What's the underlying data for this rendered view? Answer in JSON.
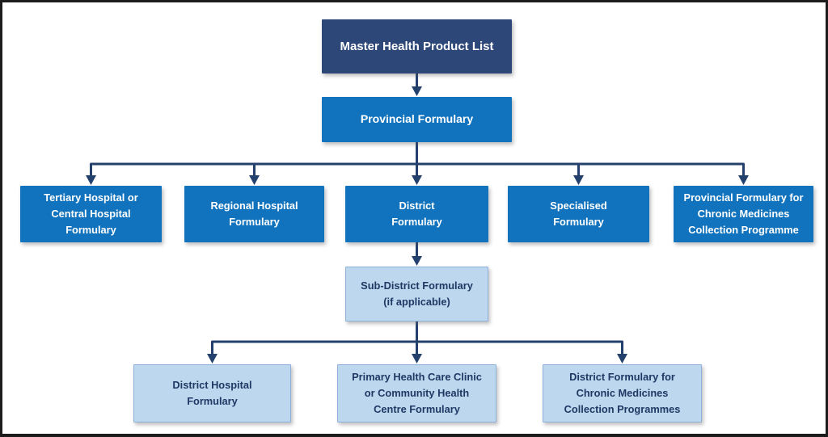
{
  "diagram": {
    "type": "flowchart",
    "title": "Health product list / formulary hierarchy",
    "nodes": {
      "master": {
        "label": "Master Health Product List",
        "level": 1,
        "style": "dark-navy"
      },
      "provincial": {
        "label": "Provincial Formulary",
        "level": 2,
        "style": "blue"
      },
      "tertiary": {
        "label": "Tertiary Hospital or\nCentral Hospital\nFormulary",
        "level": 3,
        "style": "blue"
      },
      "regional": {
        "label": "Regional Hospital\nFormulary",
        "level": 3,
        "style": "blue"
      },
      "district": {
        "label": "District\nFormulary",
        "level": 3,
        "style": "blue"
      },
      "specialised": {
        "label": "Specialised\nFormulary",
        "level": 3,
        "style": "blue"
      },
      "provincial_chronic": {
        "label": "Provincial Formulary for\nChronic Medicines\nCollection Programme",
        "level": 3,
        "style": "blue"
      },
      "subdistrict": {
        "label": "Sub-District Formulary\n(if applicable)",
        "level": 4,
        "style": "light-blue"
      },
      "district_hospital": {
        "label": "District Hospital\nFormulary",
        "level": 5,
        "style": "light-blue"
      },
      "phc": {
        "label": "Primary Health Care Clinic\nor Community Health\nCentre Formulary",
        "level": 5,
        "style": "light-blue"
      },
      "district_chronic": {
        "label": "District Formulary for\nChronic Medicines\nCollection Programmes",
        "level": 5,
        "style": "light-blue"
      }
    },
    "edges": [
      [
        "master",
        "provincial"
      ],
      [
        "provincial",
        "tertiary"
      ],
      [
        "provincial",
        "regional"
      ],
      [
        "provincial",
        "district"
      ],
      [
        "provincial",
        "specialised"
      ],
      [
        "provincial",
        "provincial_chronic"
      ],
      [
        "district",
        "subdistrict"
      ],
      [
        "subdistrict",
        "district_hospital"
      ],
      [
        "subdistrict",
        "phc"
      ],
      [
        "subdistrict",
        "district_chronic"
      ]
    ],
    "colors": {
      "dark": "#2d4778",
      "mid": "#1173bd",
      "light": "#bdd7ee",
      "lightBorder": "#8fb0da",
      "line": "#24416e",
      "navyText": "#1f3864",
      "frame": "#1c1c1c"
    }
  }
}
